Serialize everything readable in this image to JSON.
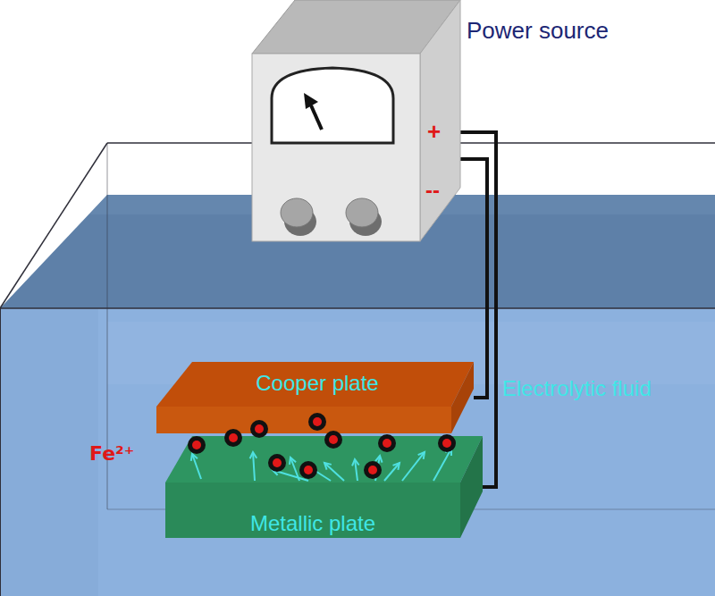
{
  "diagram": {
    "nodes": [
      {
        "text": [
          "Power source"
        ]
      },
      {
        "text": [
          "Cooper plate"
        ]
      },
      {
        "text": [
          "Metallic plate"
        ]
      }
    ],
    "edges": [
      {
        "from": 0,
        "to": 1,
        "arrow": "none"
      },
      {
        "from": 0,
        "to": 2,
        "arrow": "none"
      }
    ],
    "labels": [
      "+",
      "--",
      "Electrolytic fluid",
      "Fe²⁺"
    ]
  }
}
